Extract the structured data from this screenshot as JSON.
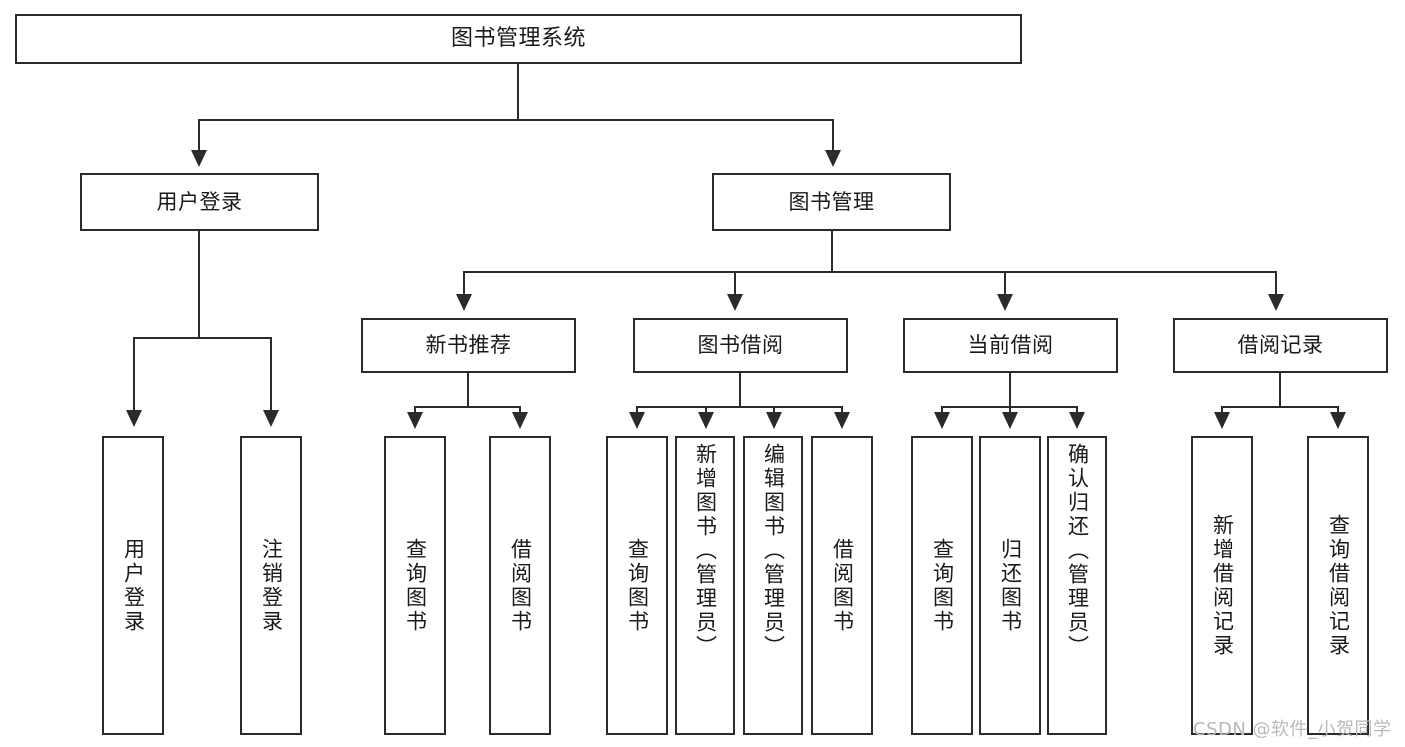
{
  "diagram": {
    "title": "图书管理系统",
    "watermark": "CSDN @软件_小贺同学",
    "colors": {
      "stroke": "#2b2b2b",
      "fill": "#ffffff",
      "text": "#1a1a1a",
      "watermark": "#b9b9b9"
    },
    "nodes": {
      "root": "图书管理系统",
      "level2": {
        "user_login": "用户登录",
        "book_manage": "图书管理"
      },
      "level3": {
        "new_book_rec": "新书推荐",
        "book_borrow": "图书借阅",
        "current_borrow": "当前借阅",
        "borrow_record": "借阅记录"
      },
      "leaves": {
        "user_login_children": [
          "用户登录",
          "注销登录"
        ],
        "new_book_rec_children": [
          "查询图书",
          "借阅图书"
        ],
        "book_borrow_children": [
          "查询图书",
          "新增图书（管理员）",
          "编辑图书（管理员）",
          "借阅图书"
        ],
        "current_borrow_children": [
          "查询图书",
          "归还图书",
          "确认归还（管理员）"
        ],
        "borrow_record_children": [
          "新增借阅记录",
          "查询借阅记录"
        ]
      }
    }
  }
}
